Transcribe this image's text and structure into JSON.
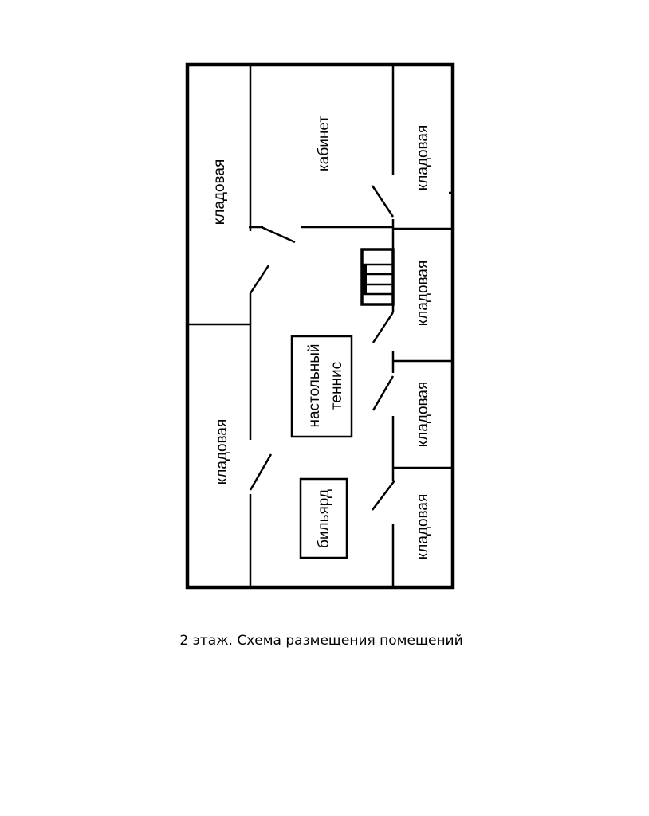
{
  "plan": {
    "rooms": {
      "storage_left_top": "кладовая",
      "cabinet": "кабинет",
      "storage_right_1": "кладовая",
      "storage_right_2": "кладовая",
      "storage_left_bottom": "кладовая",
      "storage_right_3": "кладовая",
      "storage_right_4": "кладовая"
    },
    "table_tennis": {
      "line1": "настольный",
      "line2": "теннис"
    },
    "billiard": "бильярд"
  },
  "caption": "2 этаж. Схема размещения помещений"
}
